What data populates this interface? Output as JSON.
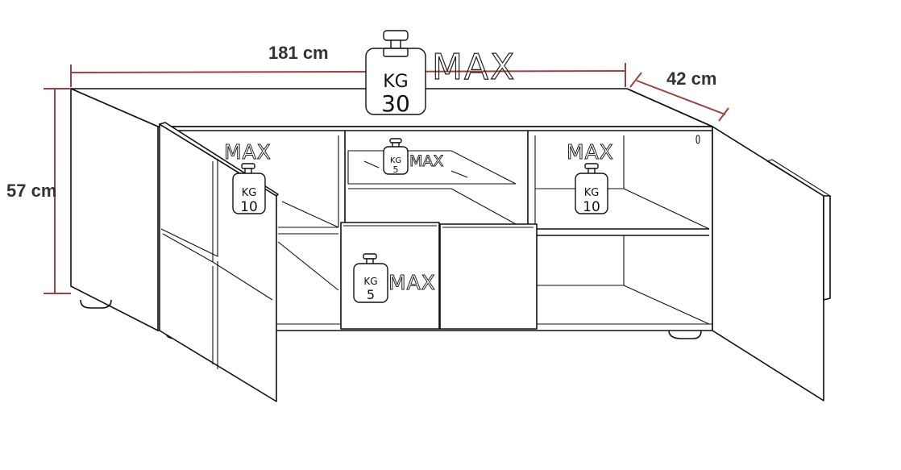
{
  "dimensions": {
    "width": "181 cm",
    "depth": "42 cm",
    "height": "57 cm"
  },
  "loads": {
    "top": {
      "unit": "KG",
      "value": "30",
      "label": "MAX"
    },
    "left_shelf": {
      "unit": "KG",
      "value": "10",
      "label": "MAX"
    },
    "glass_shelf": {
      "unit": "KG",
      "value": "5",
      "label": "MAX"
    },
    "right_shelf": {
      "unit": "KG",
      "value": "10",
      "label": "MAX"
    },
    "drawer": {
      "unit": "KG",
      "value": "5",
      "label": "MAX"
    }
  },
  "colors": {
    "dimension_line": "#a04040",
    "outline": "#111111"
  }
}
